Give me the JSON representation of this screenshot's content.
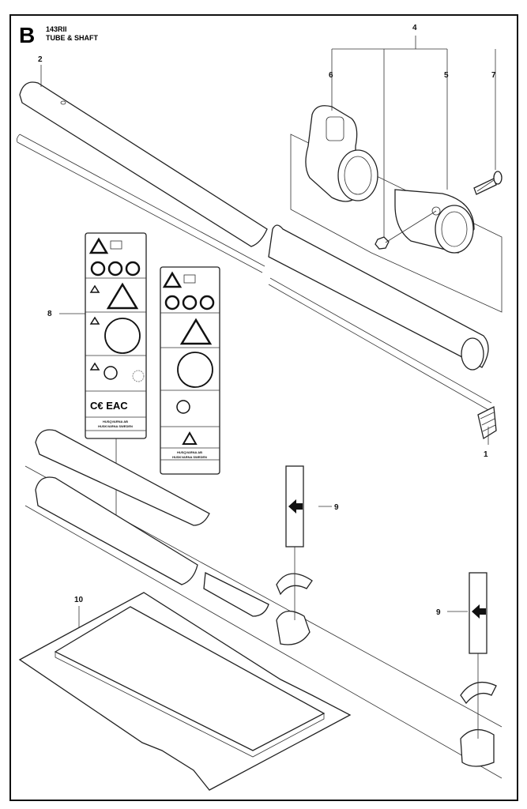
{
  "header": {
    "section_letter": "B",
    "model": "143RII",
    "title": "TUBE & SHAFT"
  },
  "callouts": {
    "c1": "1",
    "c2": "2",
    "c4": "4",
    "c5": "5",
    "c6": "6",
    "c7": "7",
    "c8": "8",
    "c9a": "9",
    "c9b": "9",
    "c10": "10"
  },
  "decal_large": {
    "marks": "C€ EAC",
    "maker": "HUSQVARNA AB",
    "place": "HUSKVARNA  SWEDEN"
  },
  "decal_small": {
    "maker": "HUSQVARNA AB",
    "place": "HUSKVARNA  SWEDEN"
  }
}
